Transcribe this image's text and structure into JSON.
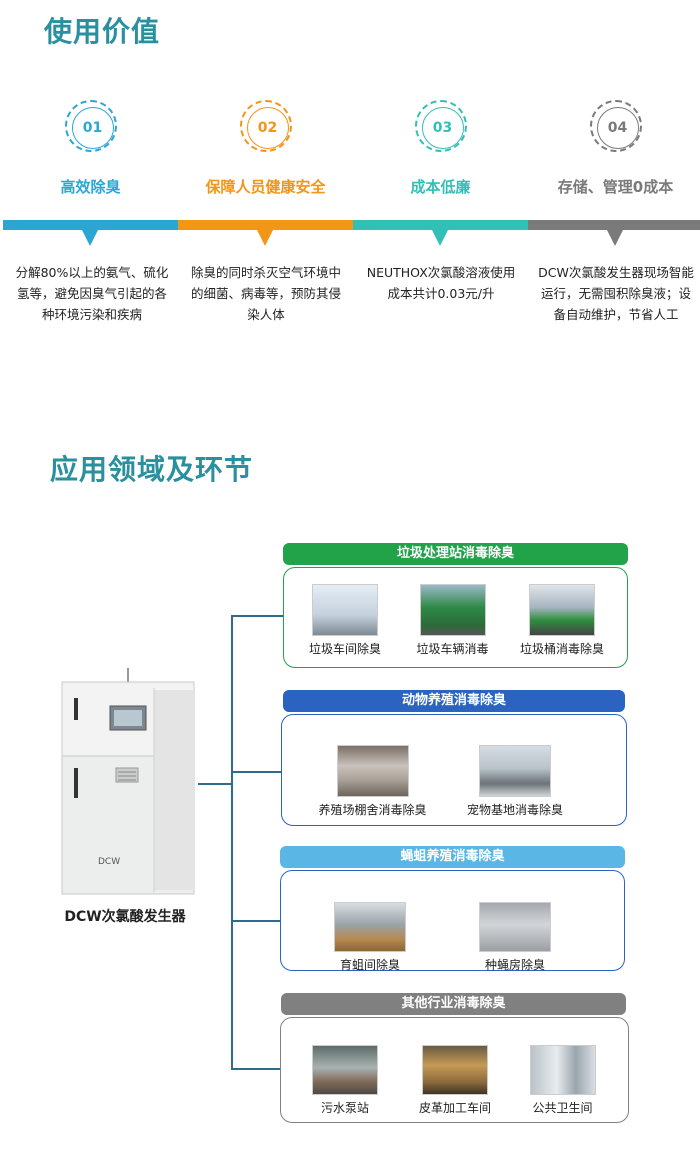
{
  "section1": {
    "title": "使用价值",
    "items": [
      {
        "num": "01",
        "title": "高效除臭",
        "desc": "分解80%以上的氨气、硫化氢等，避免因臭气引起的各种环境污染和疾病",
        "color": "#2ba6d3"
      },
      {
        "num": "02",
        "title": "保障人员健康安全",
        "desc": "除臭的同时杀灭空气环境中的细菌、病毒等，预防其侵染人体",
        "color": "#f39516"
      },
      {
        "num": "03",
        "title": "成本低廉",
        "desc": "NEUTHOX次氯酸溶液使用成本共计0.03元/升",
        "color": "#32bfb5"
      },
      {
        "num": "04",
        "title": "存储、管理0成本",
        "desc": "DCW次氯酸发生器现场智能运行，无需囤积除臭液；设备自动维护，节省人工",
        "color": "#7a7a7a"
      }
    ]
  },
  "section2": {
    "title": "应用领域及环节",
    "machine_label": "DCW次氯酸发生器",
    "machine_brand": "DCW",
    "categories": [
      {
        "title": "垃圾处理站消毒除臭",
        "color": "#22a34a",
        "items": [
          "垃圾车间除臭",
          "垃圾车辆消毒",
          "垃圾桶消毒除臭"
        ]
      },
      {
        "title": "动物养殖消毒除臭",
        "color": "#2a63c0",
        "items": [
          "养殖场棚舍消毒除臭",
          "宠物基地消毒除臭"
        ]
      },
      {
        "title": "蝇蛆养殖消毒除臭",
        "color": "#5ab6e4",
        "items": [
          "育蛆间除臭",
          "种蝇房除臭"
        ]
      },
      {
        "title": "其他行业消毒除臭",
        "color": "#808080",
        "items": [
          "污水泵站",
          "皮革加工车间",
          "公共卫生间"
        ]
      }
    ]
  }
}
